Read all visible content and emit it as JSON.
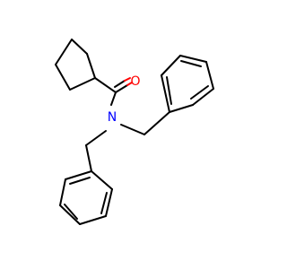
{
  "molecule": {
    "atoms": [
      {
        "id": "O1",
        "symbol": "O",
        "label": "O",
        "color": "#ff0000"
      },
      {
        "id": "N1",
        "symbol": "N",
        "label": "N",
        "color": "#0000ff"
      }
    ],
    "bond_color": "#000000",
    "background": "#ffffff"
  }
}
